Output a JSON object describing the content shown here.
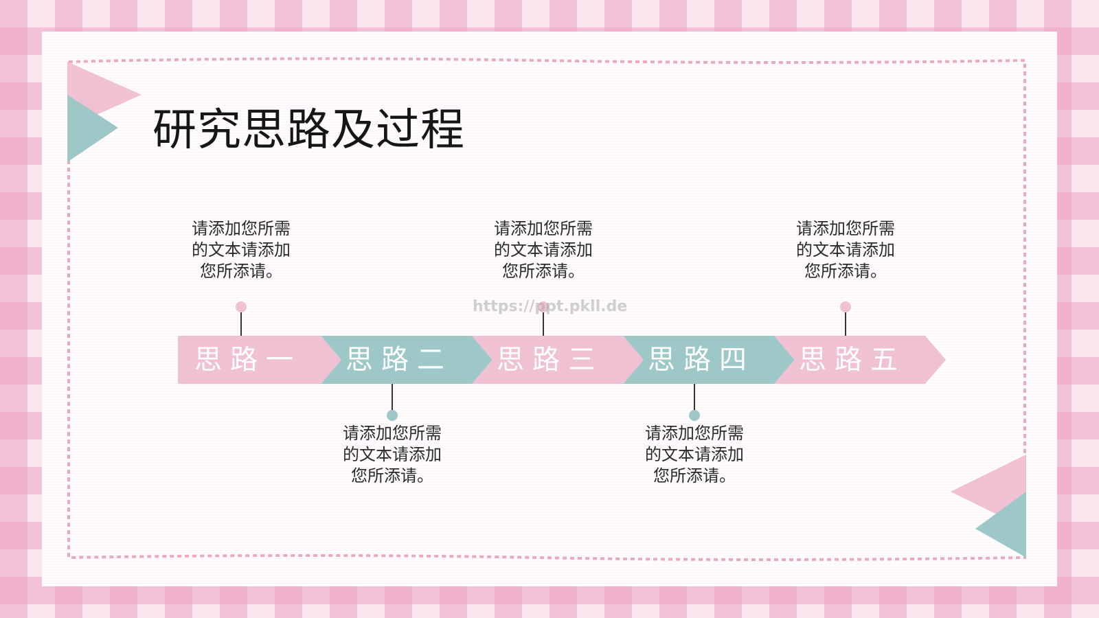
{
  "slide": {
    "title": "研究思路及过程",
    "watermark": "https://ppt.pkll.de"
  },
  "colors": {
    "pink": "#f0c1d2",
    "teal": "#9dc8c7",
    "border": "#e8a9c3"
  },
  "steps": [
    {
      "label": "思路一",
      "color": "pink",
      "note": "请添加您所需\n的文本请添加\n您所添请。",
      "note_position": "above"
    },
    {
      "label": "思路二",
      "color": "teal",
      "note": "请添加您所需\n的文本请添加\n您所添请。",
      "note_position": "below"
    },
    {
      "label": "思路三",
      "color": "pink",
      "note": "请添加您所需\n的文本请添加\n您所添请。",
      "note_position": "above"
    },
    {
      "label": "思路四",
      "color": "teal",
      "note": "请添加您所需\n的文本请添加\n您所添请。",
      "note_position": "below"
    },
    {
      "label": "思路五",
      "color": "pink",
      "note": "请添加您所需\n的文本请添加\n您所添请。",
      "note_position": "above"
    }
  ]
}
